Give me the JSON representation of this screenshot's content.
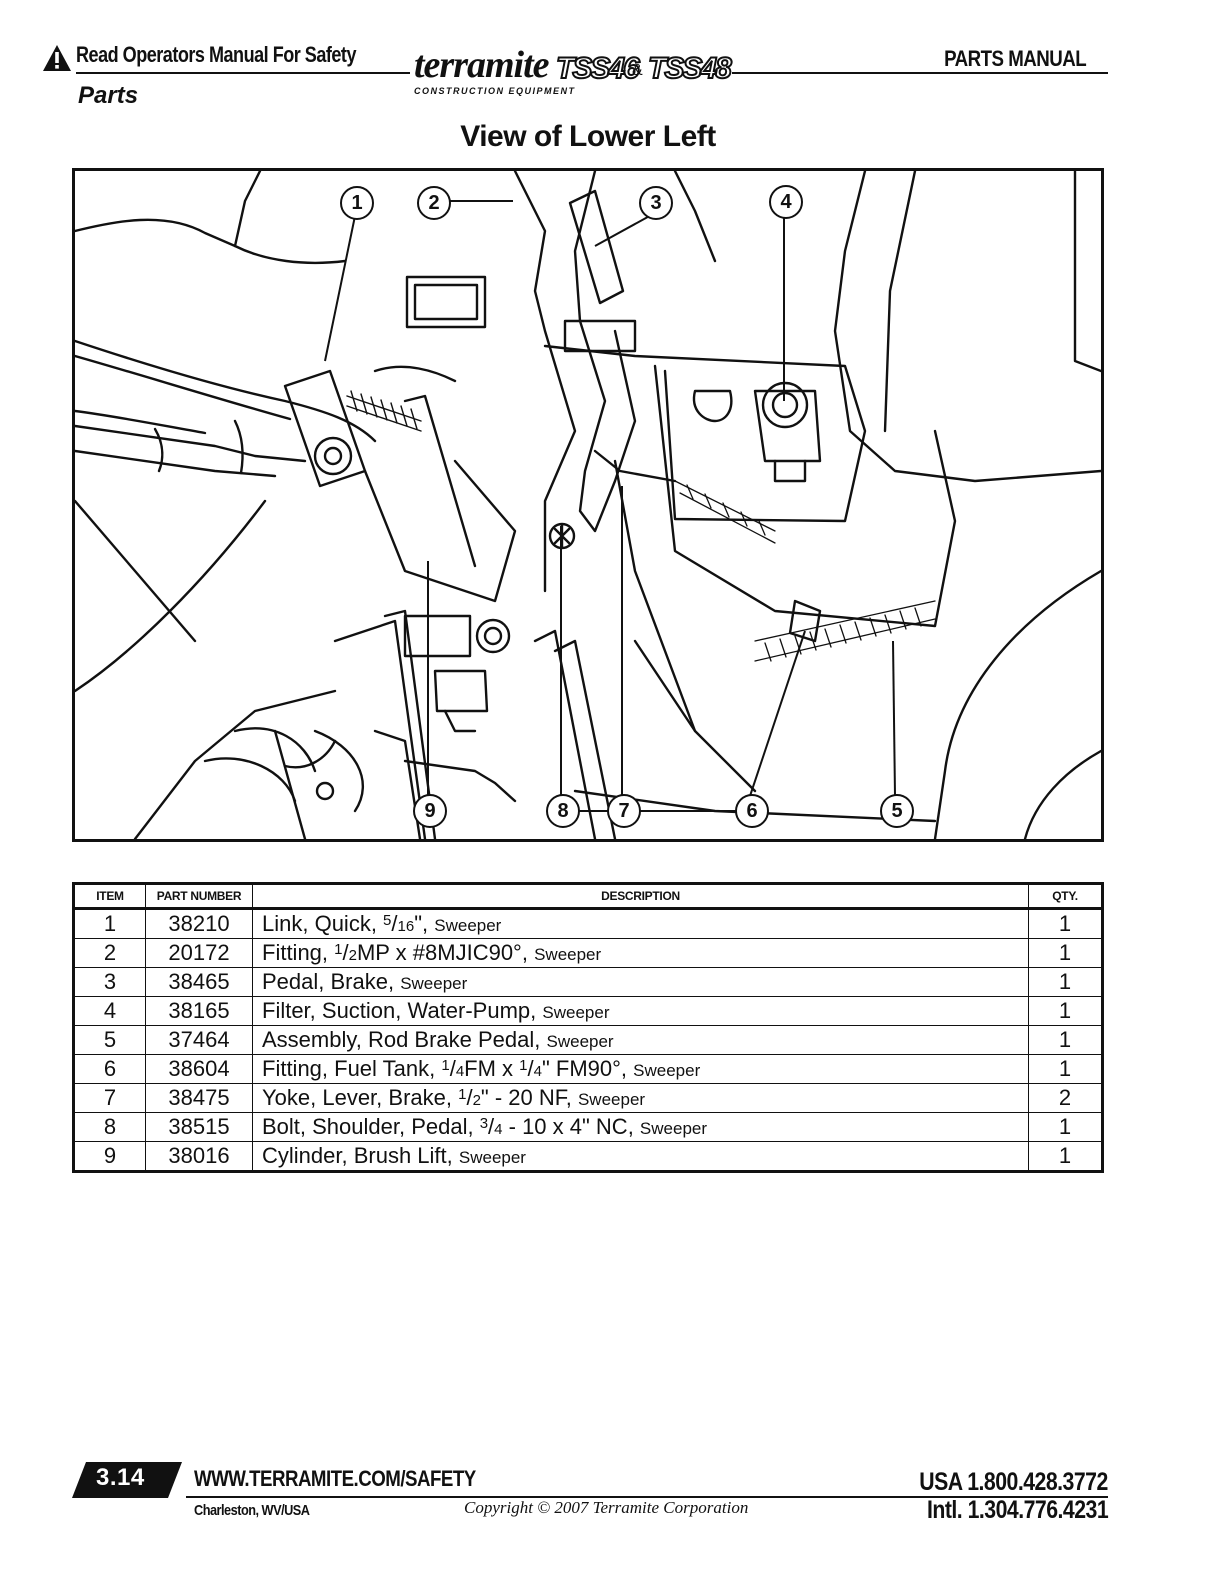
{
  "header": {
    "safety_text": "Read Operators Manual For Safety",
    "section": "Parts",
    "manual_label": "PARTS MANUAL",
    "logo": {
      "brand": "terramite",
      "tagline": "CONSTRUCTION EQUIPMENT",
      "model_a": "TSS46",
      "ampersand": "&",
      "model_b": "TSS48"
    }
  },
  "page_title": "View of Lower Left",
  "diagram": {
    "callouts": [
      "1",
      "2",
      "3",
      "4",
      "5",
      "6",
      "7",
      "8",
      "9"
    ]
  },
  "table": {
    "headers": {
      "item": "ITEM",
      "part_number": "PART NUMBER",
      "description": "DESCRIPTION",
      "qty": "QTY."
    },
    "rows": [
      {
        "item": "1",
        "part": "38210",
        "desc_a": "Link, Quick, ",
        "sup": "5",
        "slash": "/",
        "sub": "16",
        "desc_b": "\", ",
        "suffix": "Sweeper",
        "qty": "1"
      },
      {
        "item": "2",
        "part": "20172",
        "desc_a": "Fitting, ",
        "sup": "1",
        "slash": "/",
        "sub": "2",
        "desc_b": "MP x #8MJIC90°, ",
        "suffix": "Sweeper",
        "qty": "1"
      },
      {
        "item": "3",
        "part": "38465",
        "desc_a": "Pedal, Brake, ",
        "suffix": "Sweeper",
        "qty": "1"
      },
      {
        "item": "4",
        "part": "38165",
        "desc_a": "Filter, Suction, Water-Pump, ",
        "suffix": "Sweeper",
        "qty": "1"
      },
      {
        "item": "5",
        "part": "37464",
        "desc_a": "Assembly, Rod Brake Pedal, ",
        "suffix": "Sweeper",
        "qty": "1"
      },
      {
        "item": "6",
        "part": "38604",
        "desc_a": "Fitting, Fuel Tank, ",
        "sup": "1",
        "slash": "/",
        "sub": "4",
        "desc_b": "FM x ",
        "sup2": "1",
        "slash2": "/",
        "sub2": "4",
        "desc_c": "\" FM90°, ",
        "suffix": "Sweeper",
        "qty": "1"
      },
      {
        "item": "7",
        "part": "38475",
        "desc_a": "Yoke, Lever, Brake, ",
        "sup": "1",
        "slash": "/",
        "sub": "2",
        "desc_b": "\" - 20 NF, ",
        "suffix": "Sweeper",
        "qty": "2"
      },
      {
        "item": "8",
        "part": "38515",
        "desc_a": "Bolt, Shoulder, Pedal, ",
        "sup": "3",
        "slash": "/",
        "sub": "4",
        "desc_b": " - 10 x 4\" NC, ",
        "suffix": "Sweeper",
        "qty": "1"
      },
      {
        "item": "9",
        "part": "38016",
        "desc_a": "Cylinder, Brush Lift, ",
        "suffix": "Sweeper",
        "qty": "1"
      }
    ]
  },
  "footer": {
    "page_number": "3.14",
    "url": "WWW.TERRAMITE.COM/SAFETY",
    "city": "Charleston, WV/USA",
    "copyright": "Copyright © 2007 Terramite Corporation",
    "usa_phone": "USA  1.800.428.3772",
    "intl_phone": "Intl.  1.304.776.4231"
  },
  "colors": {
    "ink": "#111111",
    "paper": "#ffffff"
  },
  "icons": {
    "warning": "warning-triangle-icon"
  }
}
